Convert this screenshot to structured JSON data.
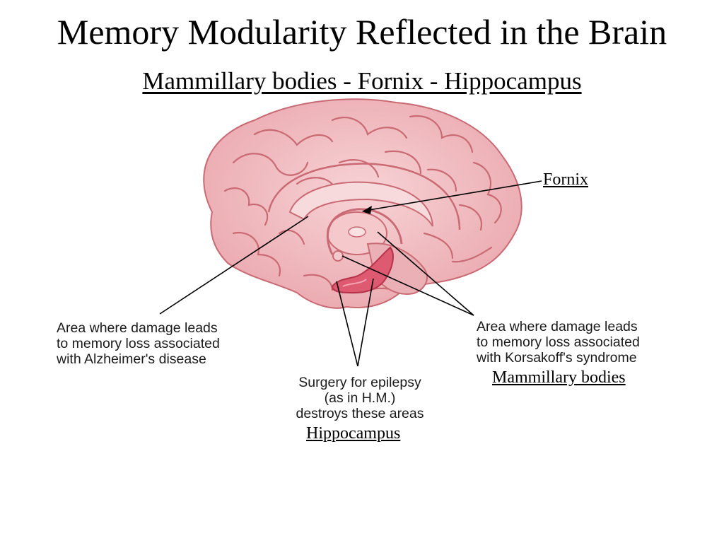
{
  "title": "Memory Modularity Reflected in the Brain",
  "subtitle": "Mammillary bodies - Fornix - Hippocampus",
  "labels": {
    "fornix": "Fornix",
    "mammillary": "Mammillary bodies",
    "hippocampus": "Hippocampus"
  },
  "captions": {
    "alzheimers": [
      "Area where damage leads",
      "to memory loss associated",
      "with Alzheimer's disease"
    ],
    "korsakoff": [
      "Area where damage leads",
      "to memory loss associated",
      "with Korsakoff's syndrome"
    ],
    "epilepsy": [
      "Surgery for epilepsy",
      "(as in H.M.)",
      "destroys these areas"
    ]
  },
  "colors": {
    "brain_fill": "#f3bcc0",
    "brain_fold": "#c96a74",
    "highlight": "#d9455e",
    "line": "#000000"
  }
}
